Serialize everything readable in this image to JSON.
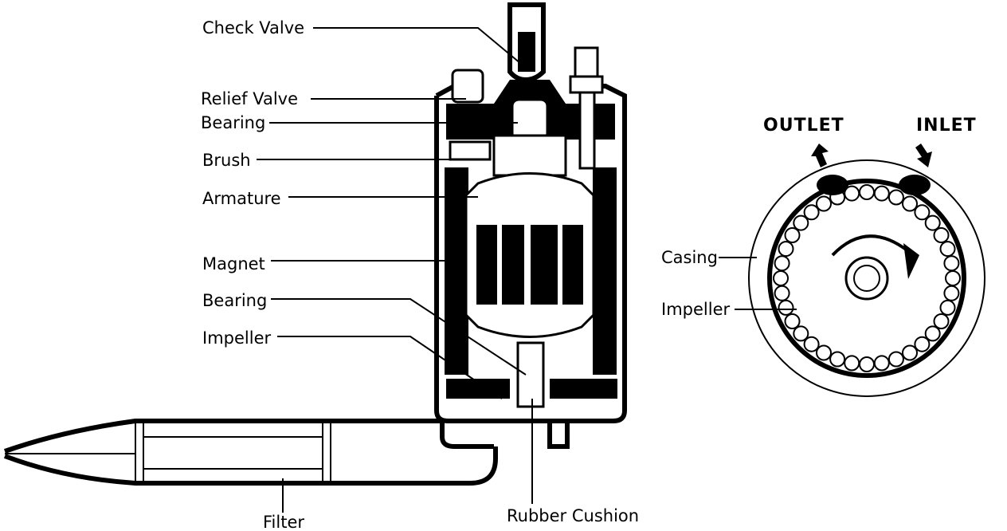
{
  "labels": {
    "check_valve": "Check Valve",
    "relief_valve": "Relief Valve",
    "bearing_top": "Bearing",
    "brush": "Brush",
    "armature": "Armature",
    "magnet": "Magnet",
    "bearing_bottom": "Bearing",
    "impeller_left": "Impeller",
    "filter": "Filter",
    "rubber_cushion": "Rubber Cushion",
    "outlet": "OUTLET",
    "inlet": "INLET",
    "casing": "Casing",
    "impeller_right": "Impeller"
  },
  "colors": {
    "ink": "#000000",
    "paper": "#ffffff"
  }
}
